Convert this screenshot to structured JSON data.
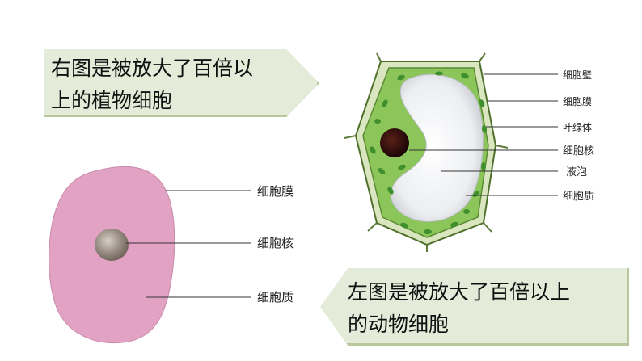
{
  "plant_callout": {
    "line1": "右图是被放大了百倍以",
    "line2": "上的植物细胞"
  },
  "animal_callout": {
    "line1": "左图是被放大了百倍以上",
    "line2": "的动物细胞"
  },
  "plant_cell": {
    "labels": {
      "wall": "细胞壁",
      "membrane": "细胞膜",
      "chloroplast": "叶绿体",
      "nucleus": "细胞核",
      "vacuole": "液泡",
      "cytoplasm": "细胞质"
    },
    "colors": {
      "wall": "#d9e6bf",
      "wall_edge": "#4f6f2c",
      "cytoplasm": "#8cc65a",
      "chloroplast": "#3f8f2c",
      "vacuole": "#f3f4f6",
      "nucleus": "#2b0c0a"
    }
  },
  "animal_cell": {
    "labels": {
      "membrane": "细胞膜",
      "nucleus": "细胞核",
      "cytoplasm": "细胞质"
    },
    "colors": {
      "body": "#e2a2c4",
      "nucleus": "#8e8277"
    }
  },
  "colors": {
    "callout_bg": "#e4ebd8",
    "callout_edge": "#b7c79a"
  }
}
